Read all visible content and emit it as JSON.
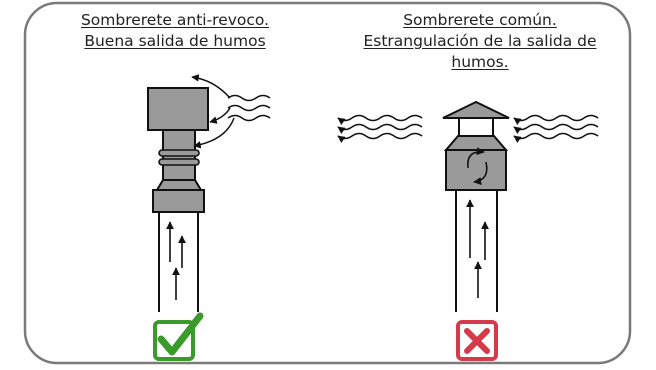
{
  "left_caption": {
    "line1": "Sombrerete anti-revoco.",
    "line2": "Buena salida de humos"
  },
  "right_caption": {
    "line1": "Sombrerete común.",
    "line2": "Estrangulación de la salida de",
    "line3": "humos."
  },
  "icons": {
    "good": "check-mark-icon",
    "bad": "cross-mark-icon"
  },
  "colors": {
    "frame": "#7a7a7a",
    "chimney_fill": "#9a9a9a",
    "check_green": "#3a9a2a",
    "cross_red": "#d43a4a"
  }
}
